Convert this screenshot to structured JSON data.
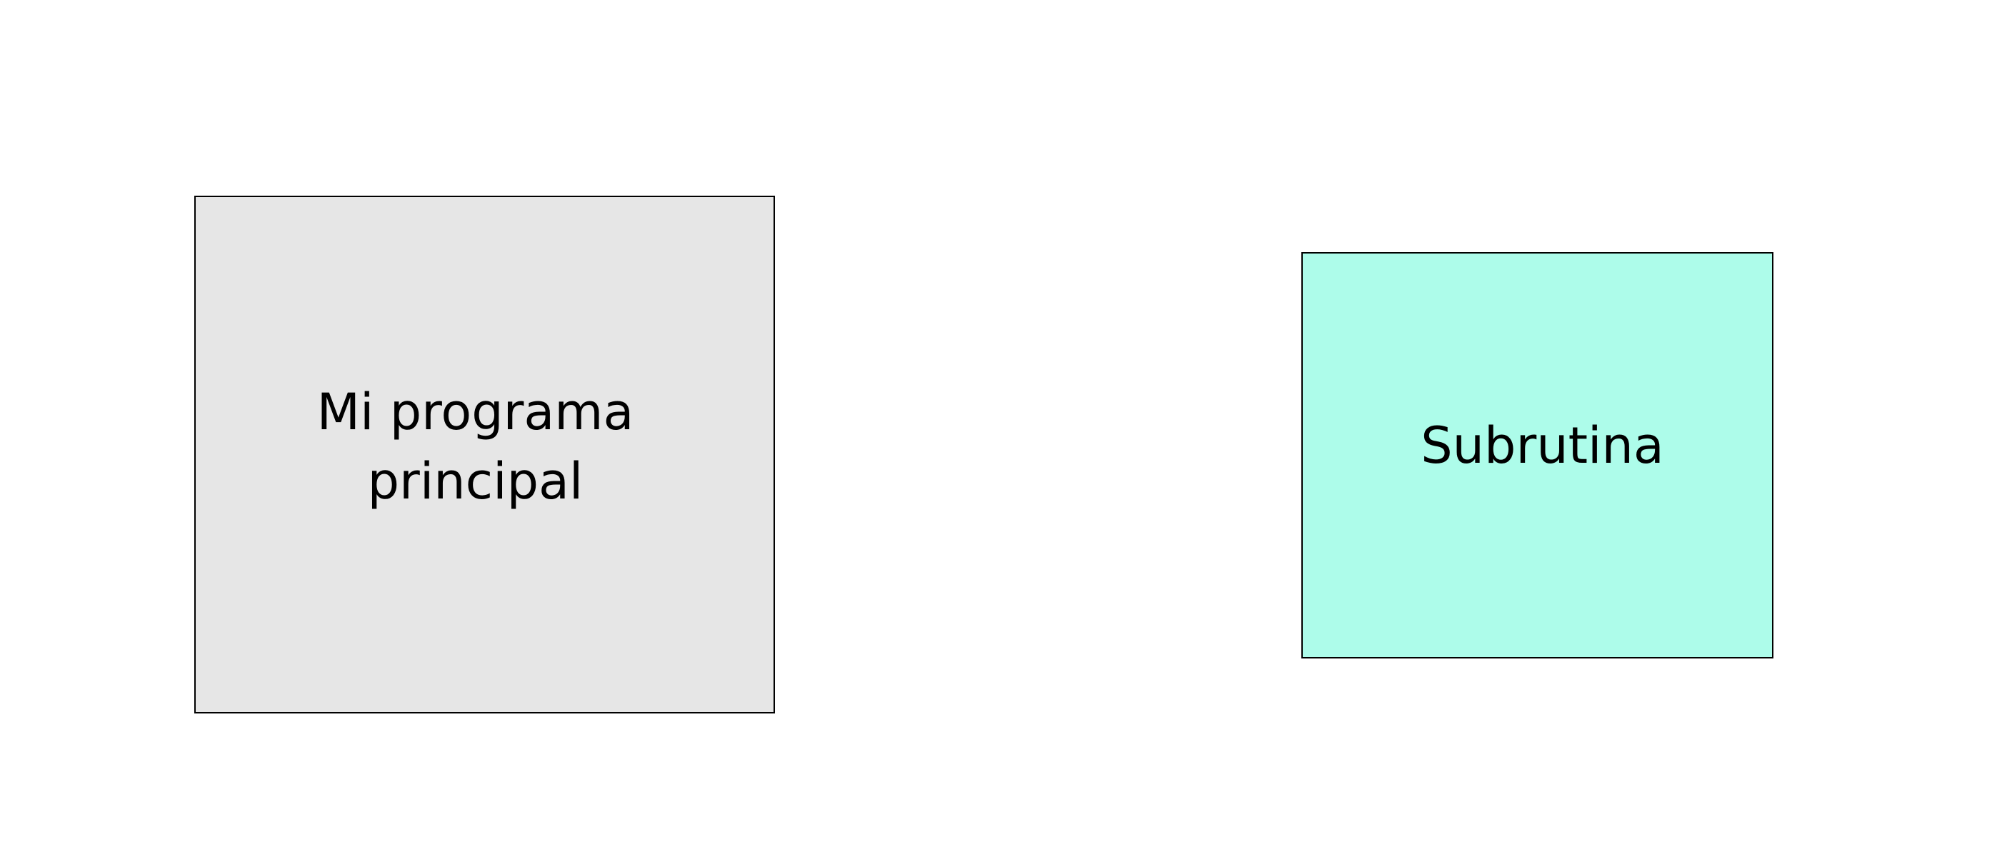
{
  "diagram": {
    "nodes": [
      {
        "id": "main",
        "label": "Mi programa principal",
        "fill": "#e6e6e6",
        "border": "#000000"
      },
      {
        "id": "sub",
        "label": "Subrutina",
        "fill": "#adfcea",
        "border": "#000000"
      }
    ]
  }
}
